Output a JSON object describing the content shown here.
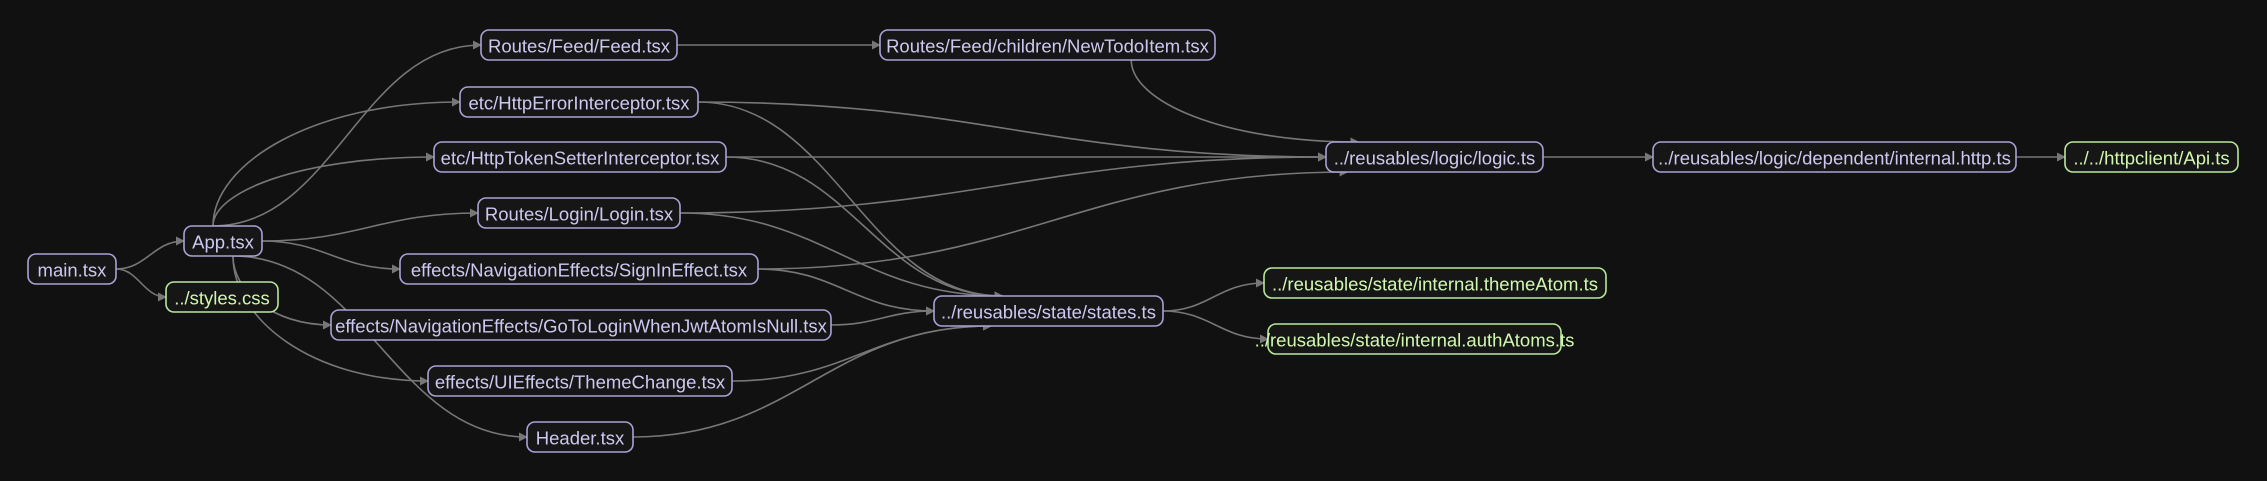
{
  "colors": {
    "background": "#111111",
    "module_node_stroke": "#a8a3d6",
    "module_node_text": "#ccc8f0",
    "leaf_node_stroke": "#b8e89a",
    "leaf_node_text": "#d2f7b0",
    "node_fill": "#161616",
    "edge": "#777777"
  },
  "nodes": {
    "main": {
      "label": "main.tsx",
      "kind": "module"
    },
    "styles": {
      "label": "../styles.css",
      "kind": "leaf"
    },
    "app": {
      "label": "App.tsx",
      "kind": "module"
    },
    "feed": {
      "label": "Routes/Feed/Feed.tsx",
      "kind": "module"
    },
    "newtodo": {
      "label": "Routes/Feed/children/NewTodoItem.tsx",
      "kind": "module"
    },
    "httperror": {
      "label": "etc/HttpErrorInterceptor.tsx",
      "kind": "module"
    },
    "httptoken": {
      "label": "etc/HttpTokenSetterInterceptor.tsx",
      "kind": "module"
    },
    "login": {
      "label": "Routes/Login/Login.tsx",
      "kind": "module"
    },
    "signin": {
      "label": "effects/NavigationEffects/SignInEffect.tsx",
      "kind": "module"
    },
    "gotologin": {
      "label": "effects/NavigationEffects/GoToLoginWhenJwtAtomIsNull.tsx",
      "kind": "module"
    },
    "theme": {
      "label": "effects/UIEffects/ThemeChange.tsx",
      "kind": "module"
    },
    "header": {
      "label": "Header.tsx",
      "kind": "module"
    },
    "logic": {
      "label": "../reusables/logic/logic.ts",
      "kind": "module"
    },
    "internalhttp": {
      "label": "../reusables/logic/dependent/internal.http.ts",
      "kind": "module"
    },
    "api": {
      "label": "../../httpclient/Api.ts",
      "kind": "leaf"
    },
    "states": {
      "label": "../reusables/state/states.ts",
      "kind": "module"
    },
    "themeatom": {
      "label": "../reusables/state/internal.themeAtom.ts",
      "kind": "leaf"
    },
    "authatoms": {
      "label": "../reusables/state/internal.authAtoms.ts",
      "kind": "leaf"
    }
  },
  "edges": [
    [
      "main",
      "app"
    ],
    [
      "main",
      "styles"
    ],
    [
      "app",
      "feed"
    ],
    [
      "app",
      "httperror"
    ],
    [
      "app",
      "httptoken"
    ],
    [
      "app",
      "login"
    ],
    [
      "app",
      "signin"
    ],
    [
      "app",
      "gotologin"
    ],
    [
      "app",
      "theme"
    ],
    [
      "app",
      "header"
    ],
    [
      "feed",
      "newtodo"
    ],
    [
      "newtodo",
      "logic"
    ],
    [
      "httperror",
      "logic"
    ],
    [
      "httperror",
      "states"
    ],
    [
      "httptoken",
      "logic"
    ],
    [
      "httptoken",
      "states"
    ],
    [
      "login",
      "logic"
    ],
    [
      "login",
      "states"
    ],
    [
      "signin",
      "logic"
    ],
    [
      "signin",
      "states"
    ],
    [
      "gotologin",
      "states"
    ],
    [
      "theme",
      "states"
    ],
    [
      "header",
      "states"
    ],
    [
      "logic",
      "internalhttp"
    ],
    [
      "internalhttp",
      "api"
    ],
    [
      "states",
      "themeatom"
    ],
    [
      "states",
      "authatoms"
    ]
  ]
}
